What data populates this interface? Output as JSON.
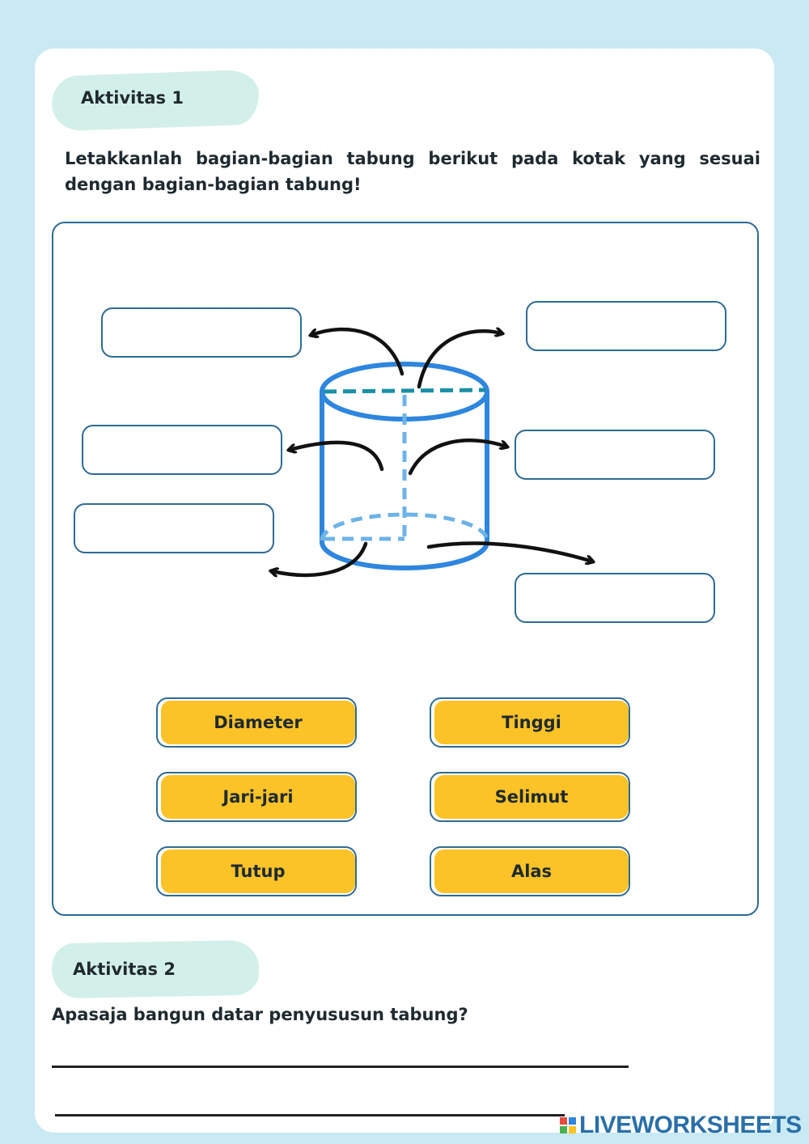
{
  "activity1": {
    "heading": "Aktivitas 1",
    "instruction": "Letakkanlah bagian-bagian tabung berikut pada kotak yang sesuai dengan bagian-bagian tabung!",
    "word_bank": [
      "Diameter",
      "Tinggi",
      "Jari-jari",
      "Selimut",
      "Tutup",
      "Alas"
    ]
  },
  "activity2": {
    "heading": "Aktivitas 2",
    "question": "Apasaja bangun datar penyususun tabung?"
  },
  "brand": {
    "logo_text": "LIVEWORKSHEETS",
    "logo_letters": [
      "L",
      "I",
      "V",
      "E"
    ]
  },
  "colors": {
    "background": "#c9e9f3",
    "card": "#d3efe9",
    "accent_yellow": "#fbc327",
    "frame_blue": "#2f6a93",
    "cylinder_blue": "#2e86de",
    "dashed_teal": "#1a8fa6",
    "dashed_light": "#6db3e8"
  }
}
